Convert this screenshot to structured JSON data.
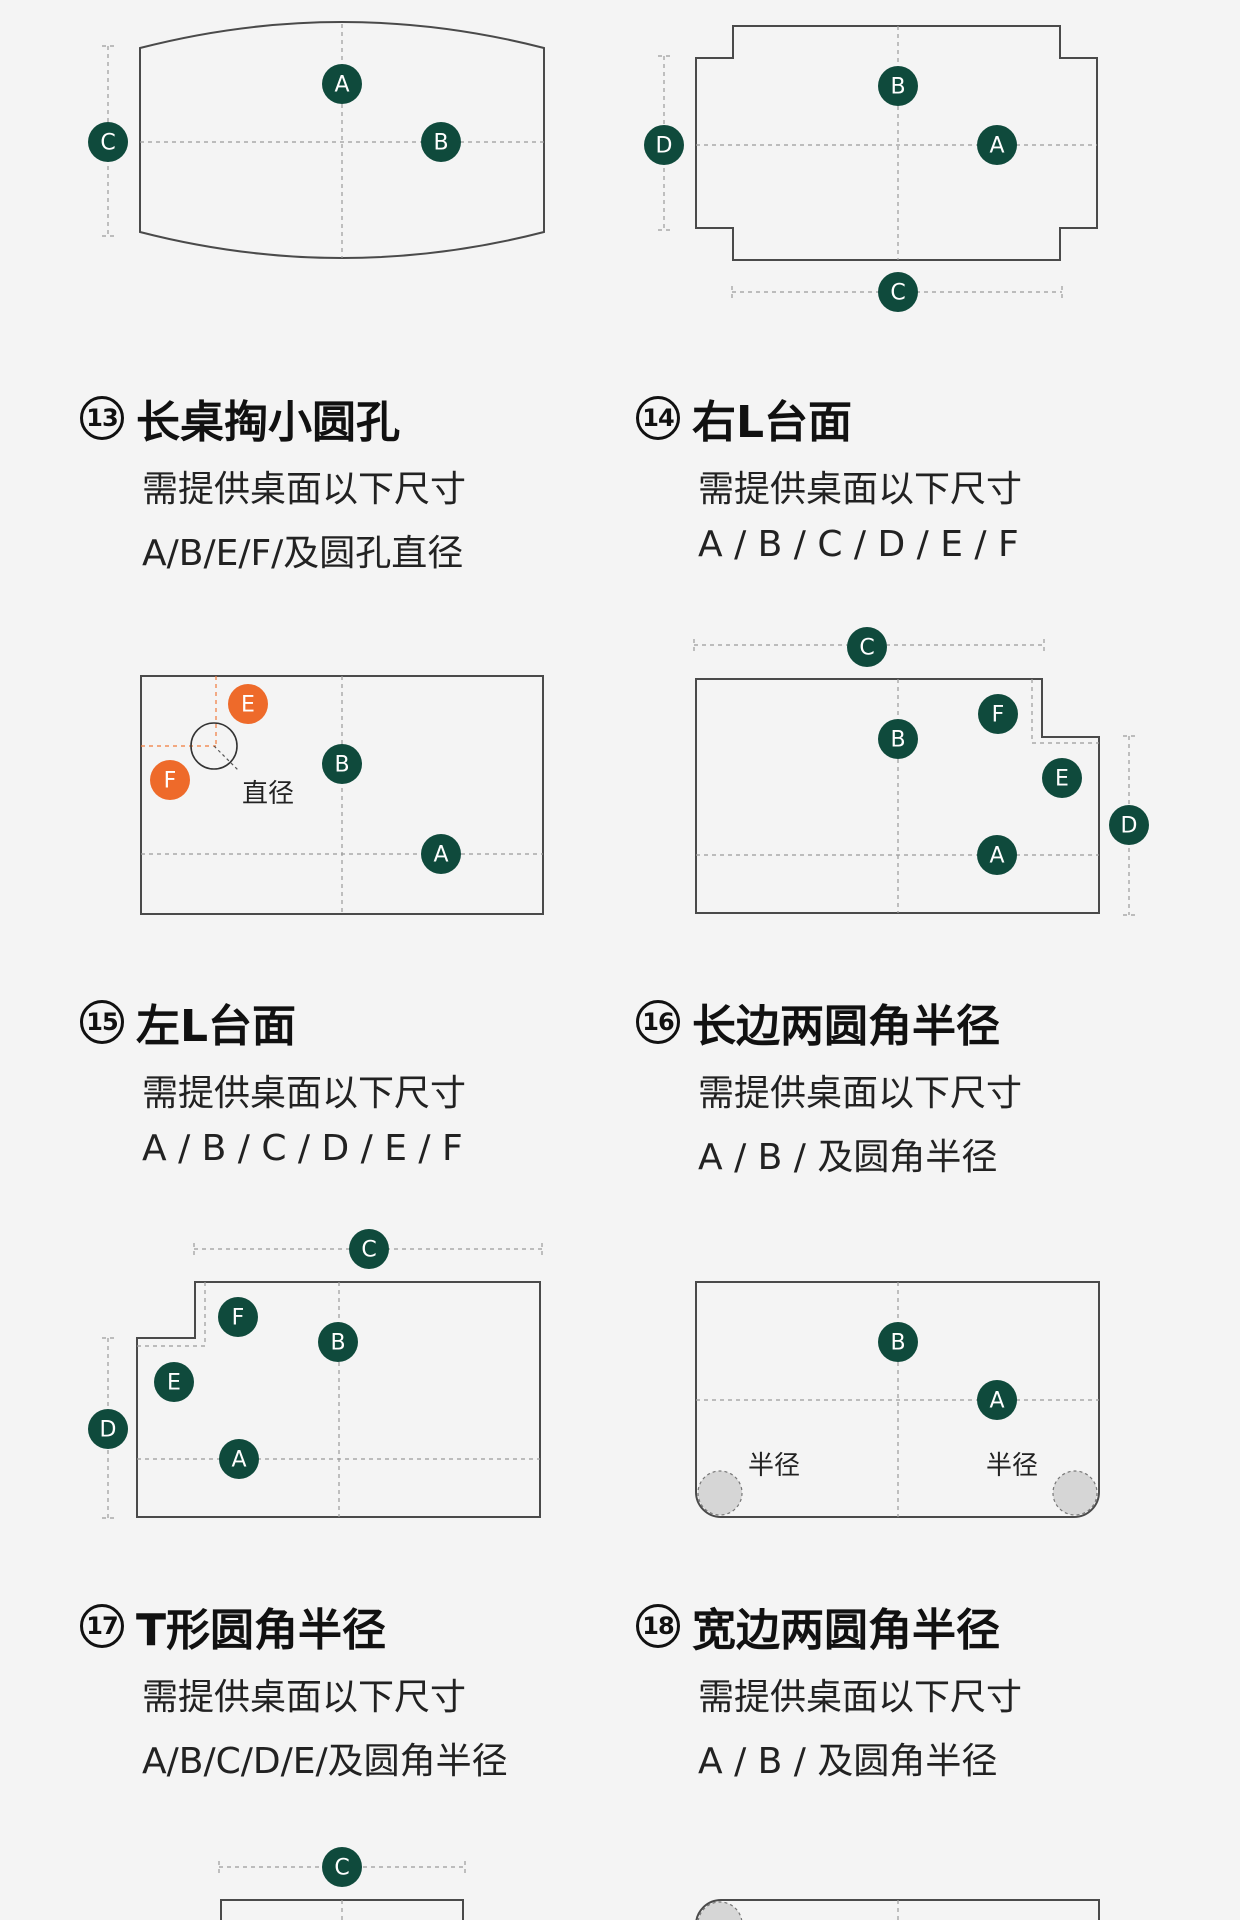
{
  "figures": {
    "top_left": {
      "marks": [
        "A",
        "B",
        "C"
      ]
    },
    "top_right": {
      "marks": [
        "B",
        "A",
        "D",
        "C"
      ]
    },
    "mid_left": {
      "marks": [
        "E",
        "F",
        "B",
        "A"
      ],
      "diameter_label": "直径"
    },
    "mid_right": {
      "marks": [
        "C",
        "F",
        "B",
        "E",
        "D",
        "A"
      ]
    },
    "low_left": {
      "marks": [
        "C",
        "F",
        "B",
        "E",
        "D",
        "A"
      ]
    },
    "low_right": {
      "marks": [
        "B",
        "A"
      ],
      "radius_label_left": "半径",
      "radius_label_right": "半径"
    },
    "bottom_left": {
      "marks": [
        "C"
      ]
    }
  },
  "sections": [
    {
      "num": "13",
      "title": "长桌掏小圆孔",
      "line1": "需提供桌面以下尺寸",
      "line2": "A/B/E/F/及圆孔直径"
    },
    {
      "num": "14",
      "title": "右L台面",
      "line1": "需提供桌面以下尺寸",
      "line2": "A / B / C / D / E / F"
    },
    {
      "num": "15",
      "title": "左L台面",
      "line1": "需提供桌面以下尺寸",
      "line2": "A / B / C / D / E / F"
    },
    {
      "num": "16",
      "title": "长边两圆角半径",
      "line1": "需提供桌面以下尺寸",
      "line2": "A / B / 及圆角半径"
    },
    {
      "num": "17",
      "title": "T形圆角半径",
      "line1": "需提供桌面以下尺寸",
      "line2": "A/B/C/D/E/及圆角半径"
    },
    {
      "num": "18",
      "title": "宽边两圆角半径",
      "line1": "需提供桌面以下尺寸",
      "line2": "A / B / 及圆角半径"
    }
  ],
  "colors": {
    "marker": "#0f4a3c",
    "marker_accent": "#ee6a2a",
    "background": "#f4f4f4"
  }
}
